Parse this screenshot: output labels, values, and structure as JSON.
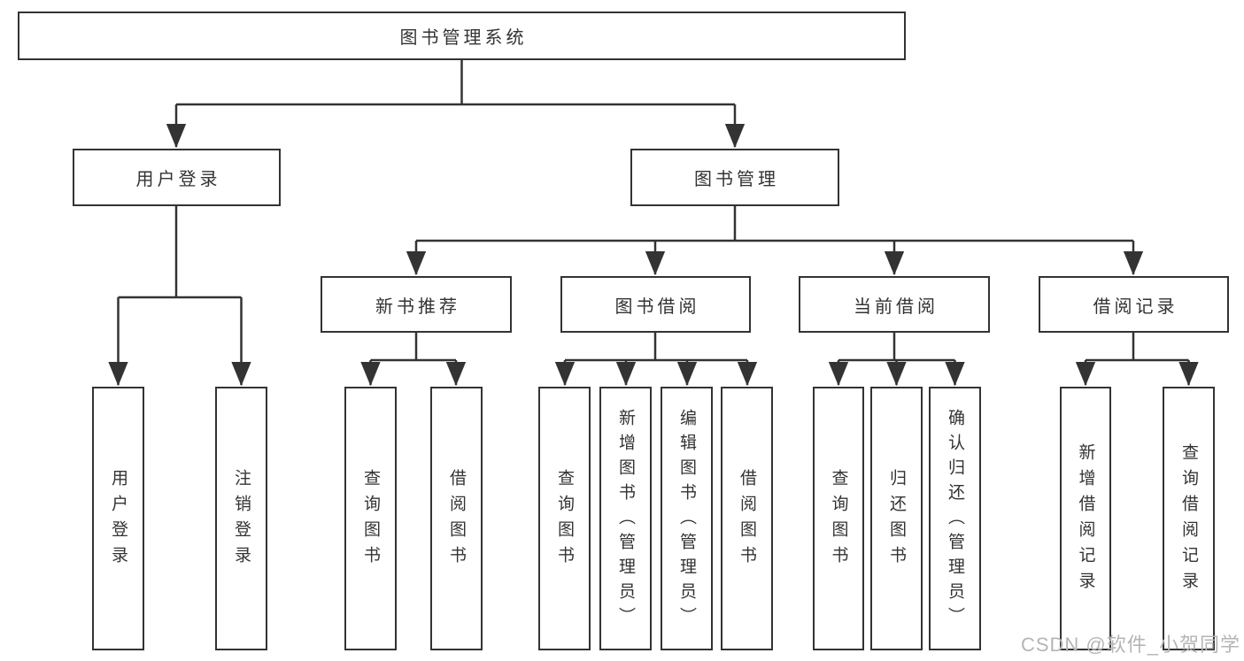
{
  "colors": {
    "line": "#333333",
    "box_border": "#333333",
    "box_fill": "#ffffff",
    "text": "#333333",
    "watermark_text": "#b5b5b5",
    "background": "#ffffff"
  },
  "watermark": "CSDN @软件_小贺同学",
  "tree": {
    "label": "图书管理系统",
    "children": [
      {
        "label": "用户登录",
        "children": [
          {
            "label": "用户登录"
          },
          {
            "label": "注销登录"
          }
        ]
      },
      {
        "label": "图书管理",
        "children": [
          {
            "label": "新书推荐",
            "children": [
              {
                "label": "查询图书"
              },
              {
                "label": "借阅图书"
              }
            ]
          },
          {
            "label": "图书借阅",
            "children": [
              {
                "label": "查询图书"
              },
              {
                "label": "新增图书（管理员）"
              },
              {
                "label": "编辑图书（管理员）"
              },
              {
                "label": "借阅图书"
              }
            ]
          },
          {
            "label": "当前借阅",
            "children": [
              {
                "label": "查询图书"
              },
              {
                "label": "归还图书"
              },
              {
                "label": "确认归还（管理员）"
              }
            ]
          },
          {
            "label": "借阅记录",
            "children": [
              {
                "label": "新增借阅记录"
              },
              {
                "label": "查询借阅记录"
              }
            ]
          }
        ]
      }
    ]
  }
}
